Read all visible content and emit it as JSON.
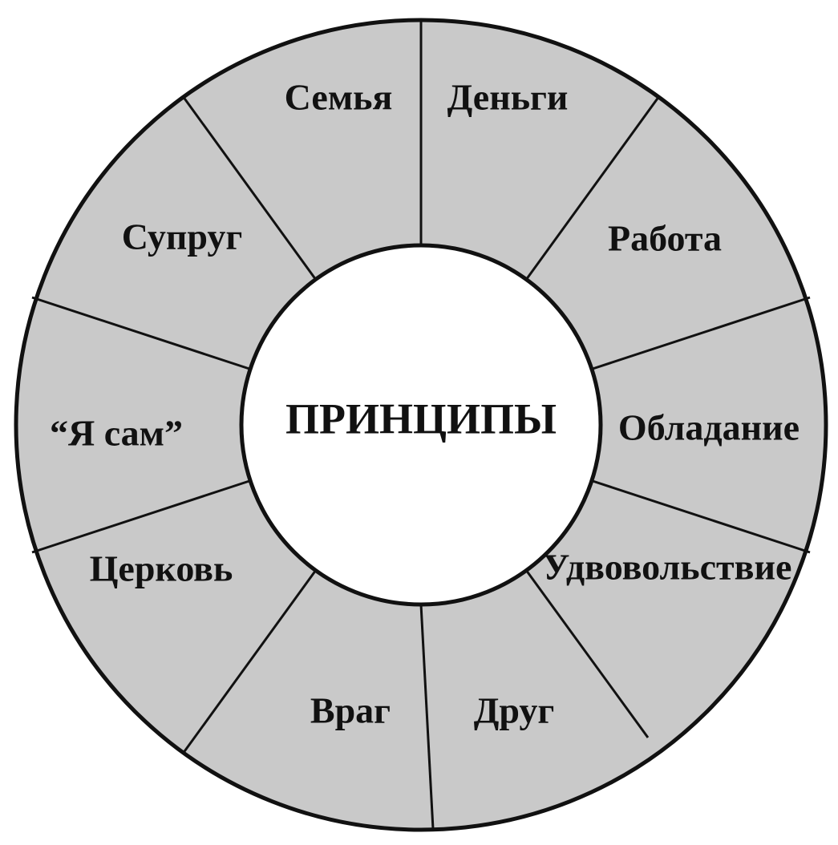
{
  "center": {
    "label": "ПРИНЦИПЫ"
  },
  "segments": [
    {
      "id": "money",
      "label": "Деньги"
    },
    {
      "id": "work",
      "label": "Работа"
    },
    {
      "id": "possession",
      "label": "Обладание"
    },
    {
      "id": "pleasure",
      "label": "Удвовольствие"
    },
    {
      "id": "friend",
      "label": "Друг"
    },
    {
      "id": "enemy",
      "label": "Враг"
    },
    {
      "id": "church",
      "label": "Церковь"
    },
    {
      "id": "self",
      "label": "“Я сам”"
    },
    {
      "id": "spouse",
      "label": "Супруг"
    },
    {
      "id": "family",
      "label": "Семья"
    }
  ],
  "colors": {
    "ring_fill": "#c9c9c9",
    "line": "#111111",
    "center_fill": "#ffffff"
  }
}
